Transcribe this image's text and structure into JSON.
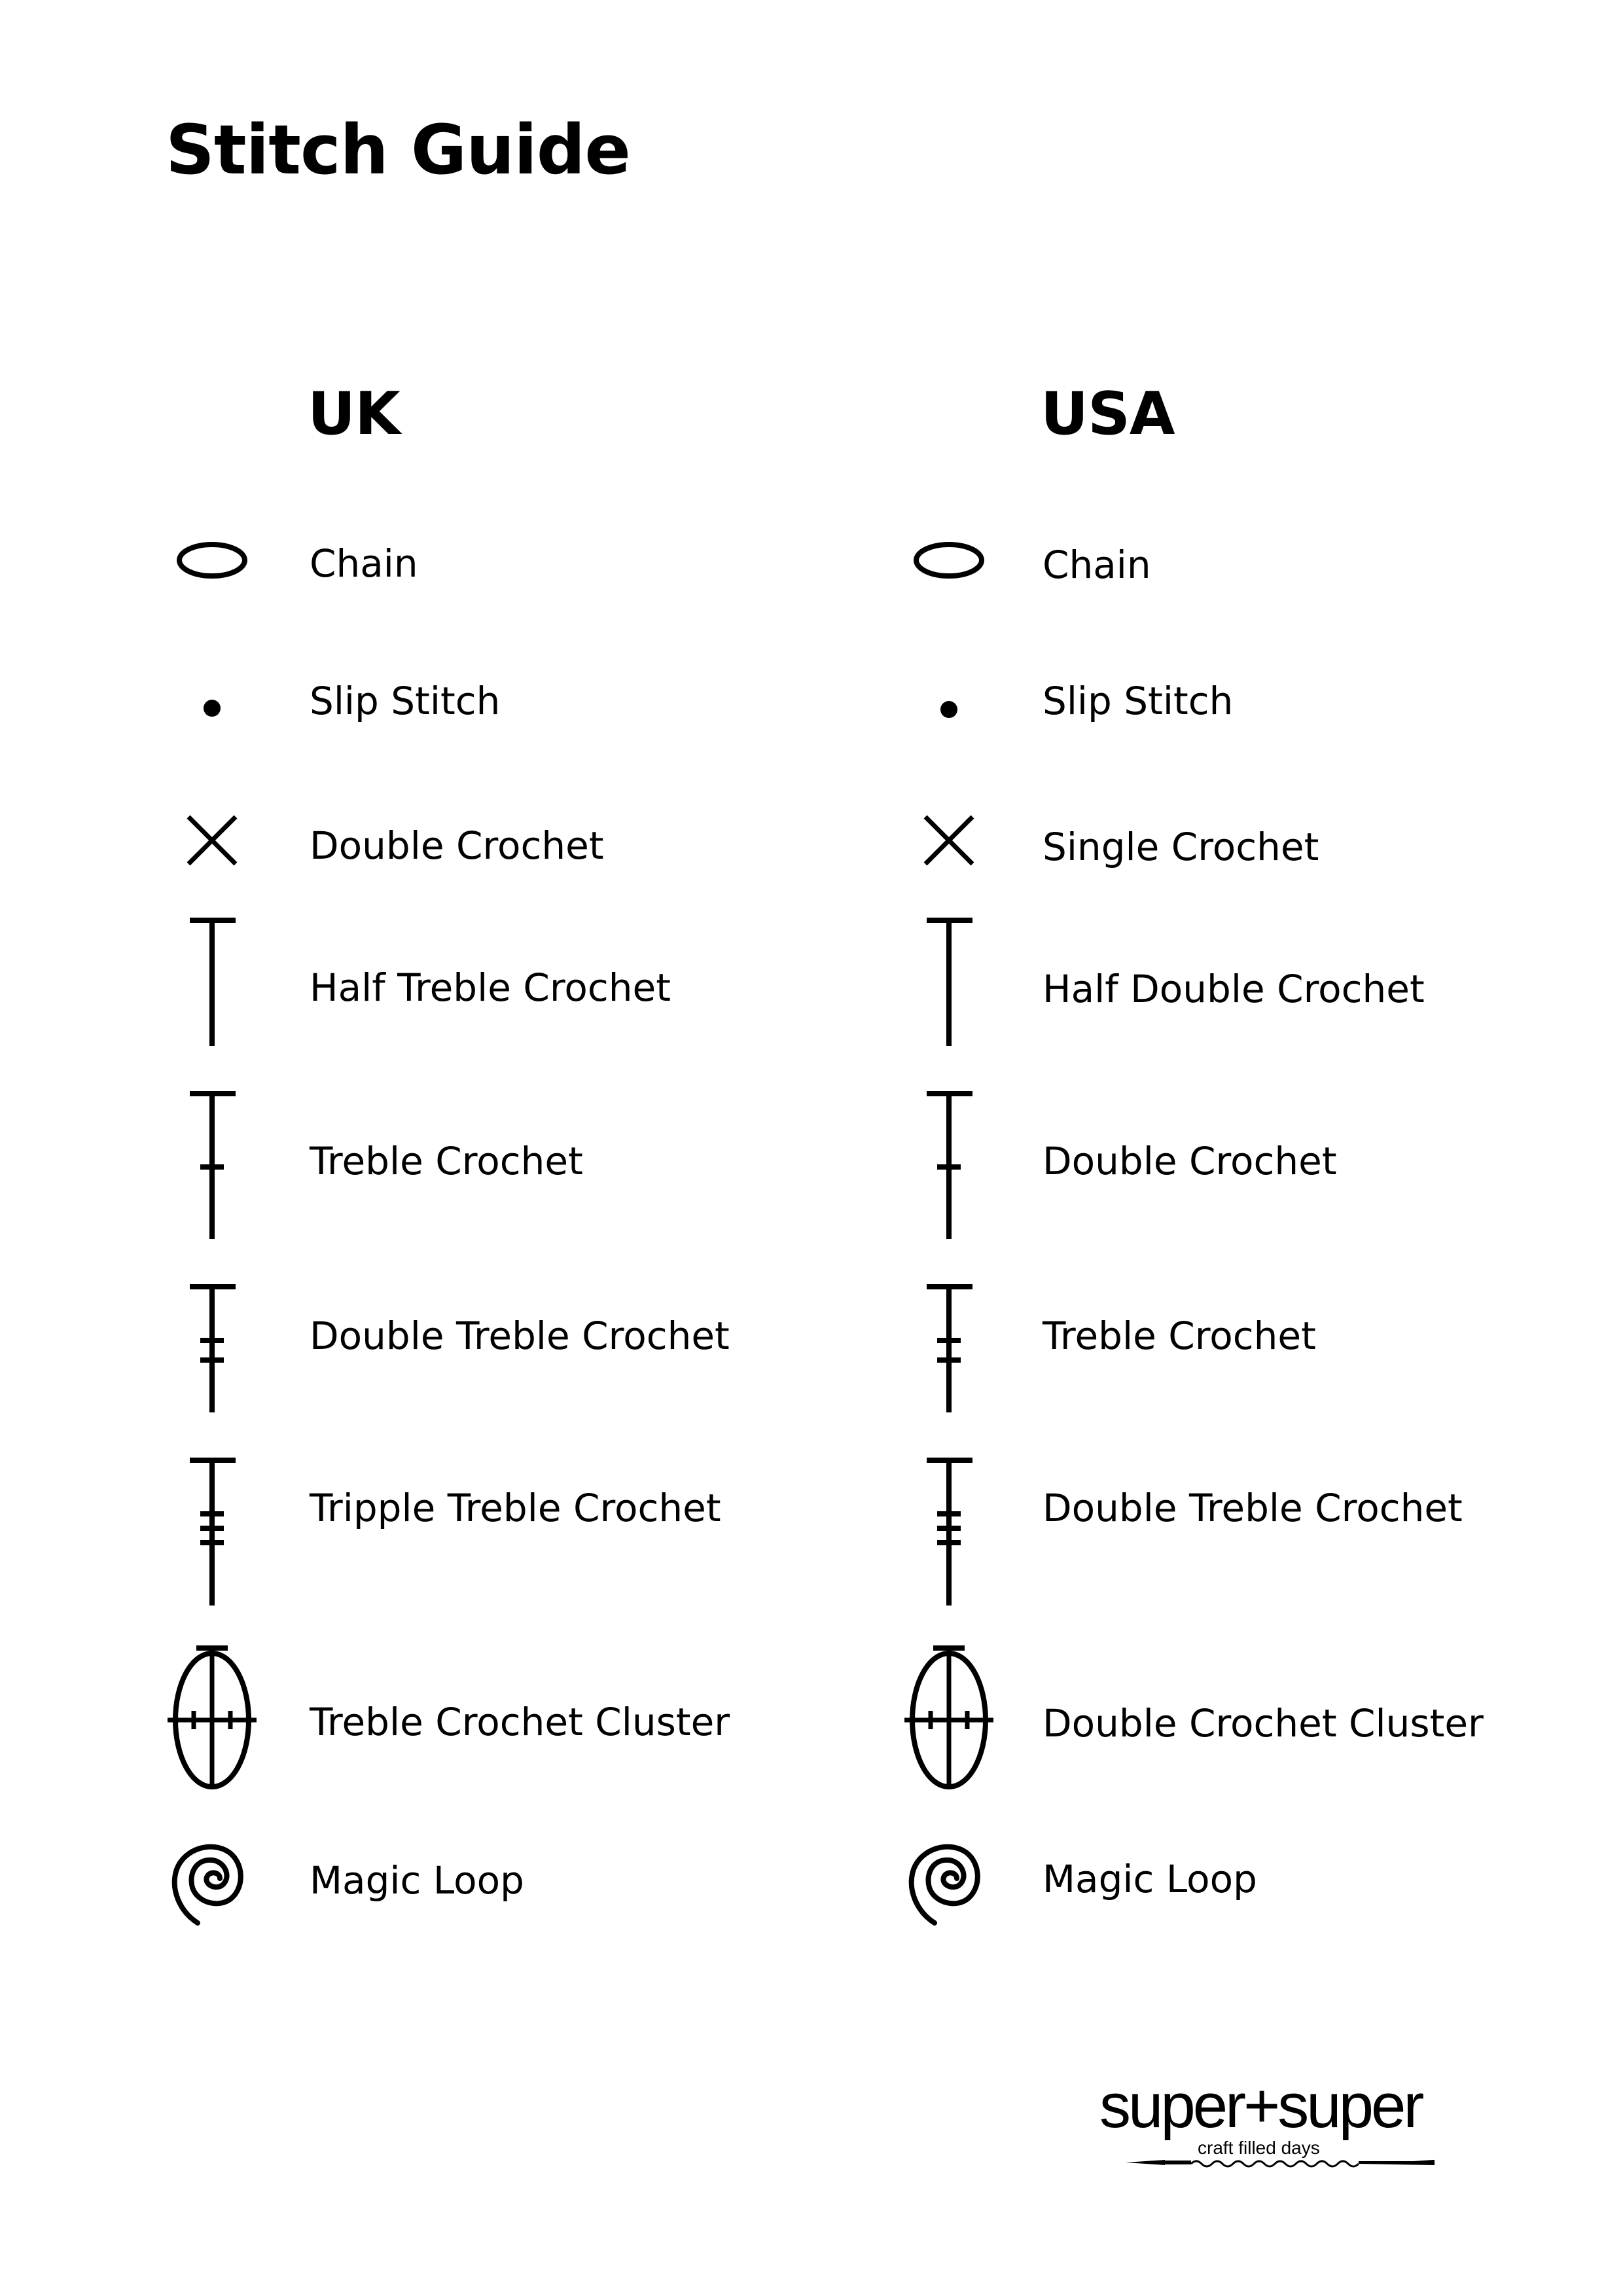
{
  "title": "Stitch Guide",
  "columns": {
    "uk": {
      "heading": "UK",
      "items": [
        {
          "label": "Chain",
          "icon": "chain-oval-icon"
        },
        {
          "label": "Slip Stitch",
          "icon": "dot-icon"
        },
        {
          "label": "Double Crochet",
          "icon": "cross-icon"
        },
        {
          "label": "Half Treble Crochet",
          "icon": "t-bar-icon"
        },
        {
          "label": "Treble Crochet",
          "icon": "t-bar-one-tick-icon"
        },
        {
          "label": "Double Treble Crochet",
          "icon": "t-bar-two-ticks-icon"
        },
        {
          "label": "Tripple Treble Crochet",
          "icon": "t-bar-three-ticks-icon"
        },
        {
          "label": "Treble Crochet Cluster",
          "icon": "cluster-icon"
        },
        {
          "label": "Magic Loop",
          "icon": "spiral-icon"
        }
      ]
    },
    "usa": {
      "heading": "USA",
      "items": [
        {
          "label": "Chain",
          "icon": "chain-oval-icon"
        },
        {
          "label": "Slip Stitch",
          "icon": "dot-icon"
        },
        {
          "label": "Single Crochet",
          "icon": "cross-icon"
        },
        {
          "label": "Half Double Crochet",
          "icon": "t-bar-icon"
        },
        {
          "label": "Double Crochet",
          "icon": "t-bar-one-tick-icon"
        },
        {
          "label": "Treble Crochet",
          "icon": "t-bar-two-ticks-icon"
        },
        {
          "label": "Double Treble Crochet",
          "icon": "t-bar-three-ticks-icon"
        },
        {
          "label": "Double Crochet Cluster",
          "icon": "cluster-icon"
        },
        {
          "label": "Magic Loop",
          "icon": "spiral-icon"
        }
      ]
    }
  },
  "logo": {
    "wordmark": "super+super",
    "tagline": "craft filled days"
  }
}
